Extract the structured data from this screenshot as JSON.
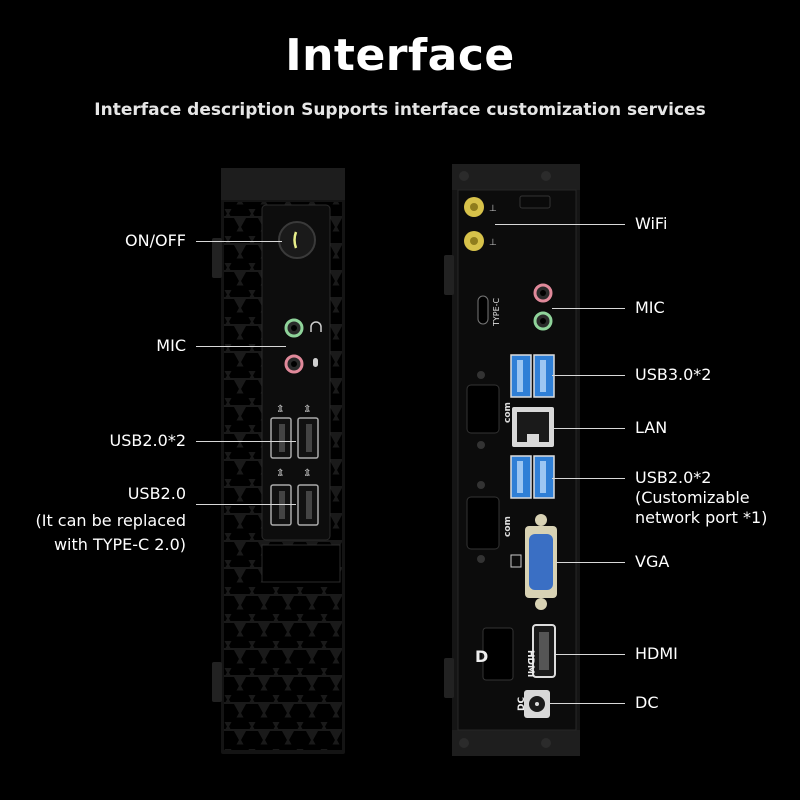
{
  "title": "Interface",
  "subtitle": "Interface description Supports interface customization services",
  "left_panel": {
    "labels": {
      "on_off": "ON/OFF",
      "mic": "MIC",
      "usb20x2": "USB2.0*2",
      "usb20_line1": "USB2.0",
      "usb20_line2": "(It can be replaced",
      "usb20_line3": "with TYPE-C 2.0)"
    }
  },
  "right_panel": {
    "labels": {
      "wifi": "WiFi",
      "mic": "MIC",
      "usb30x2": "USB3.0*2",
      "lan": "LAN",
      "usb20x2_line1": "USB2.0*2",
      "usb20x2_line2": "(Customizable",
      "usb20x2_line3": "network port *1)",
      "vga": "VGA",
      "hdmi": "HDMI",
      "dc": "DC"
    },
    "port_text": {
      "type_c": "TYPE-C",
      "com1": "com",
      "com2": "com",
      "hdmi": "HDMI",
      "dc": "DC"
    }
  },
  "colors": {
    "background": "#000000",
    "chassis": "#151515",
    "usb3_blue": "#2f7fd6",
    "mic_pink": "#e0899a",
    "audio_green": "#8fd39a",
    "antenna_gold": "#d7c24a",
    "power_led": "#e8ef8a"
  }
}
